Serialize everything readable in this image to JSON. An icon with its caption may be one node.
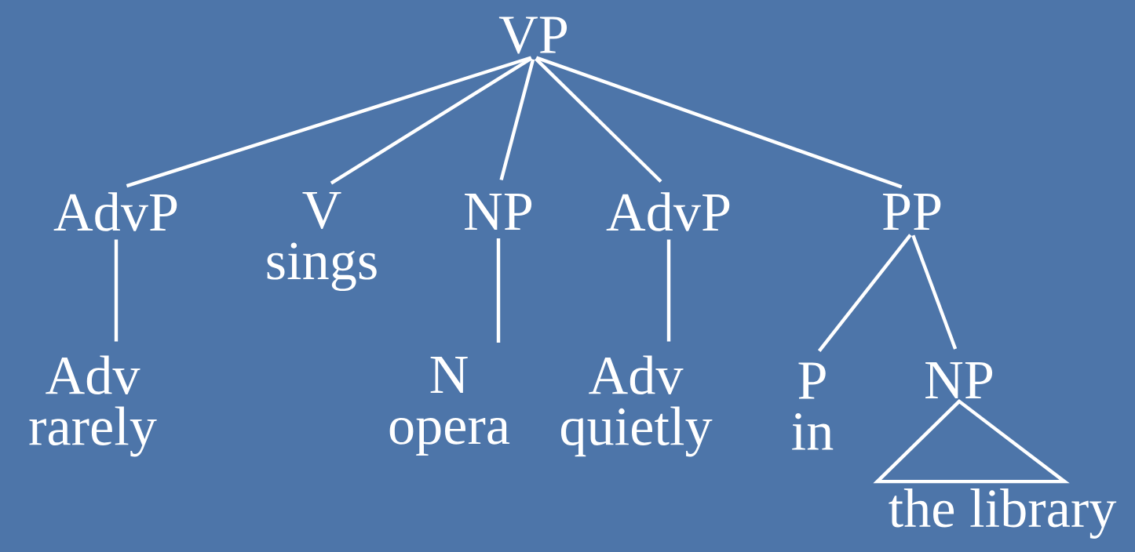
{
  "diagram": {
    "nodes": [
      {
        "text": [
          "VP"
        ]
      },
      {
        "text": [
          "AdvP"
        ]
      },
      {
        "text": [
          "V",
          "sings"
        ]
      },
      {
        "text": [
          "NP"
        ]
      },
      {
        "text": [
          "AdvP"
        ]
      },
      {
        "text": [
          "PP"
        ]
      },
      {
        "text": [
          "Adv",
          "rarely"
        ]
      },
      {
        "text": [
          "N",
          "opera"
        ]
      },
      {
        "text": [
          "Adv",
          "quietly"
        ]
      },
      {
        "text": [
          "P",
          "in"
        ]
      },
      {
        "text": [
          "NP"
        ]
      },
      {
        "text": [
          "the library"
        ]
      }
    ],
    "edges": [
      {
        "from": 0,
        "to": 1,
        "arrow": "none"
      },
      {
        "from": 0,
        "to": 2,
        "arrow": "none"
      },
      {
        "from": 0,
        "to": 3,
        "arrow": "none"
      },
      {
        "from": 0,
        "to": 4,
        "arrow": "none"
      },
      {
        "from": 0,
        "to": 5,
        "arrow": "none"
      },
      {
        "from": 1,
        "to": 6,
        "arrow": "none"
      },
      {
        "from": 3,
        "to": 7,
        "arrow": "none"
      },
      {
        "from": 4,
        "to": 8,
        "arrow": "none"
      },
      {
        "from": 5,
        "to": 9,
        "arrow": "none"
      },
      {
        "from": 5,
        "to": 10,
        "arrow": "none"
      }
    ]
  }
}
